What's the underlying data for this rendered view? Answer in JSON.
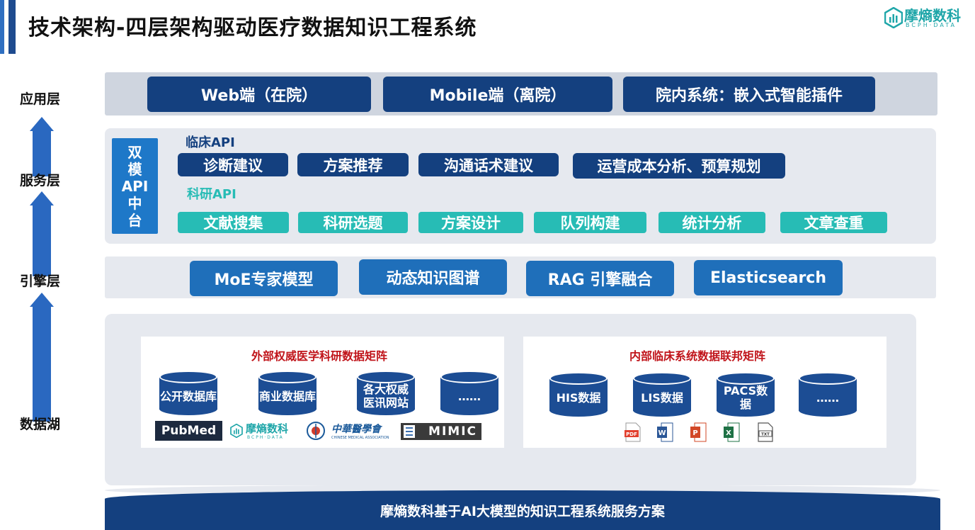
{
  "header": {
    "title": "技术架构-四层架构驱动医疗数据知识工程系统",
    "brand_name": "摩熵数科",
    "brand_sub": "BCPH·DATA"
  },
  "layers": {
    "app": "应用层",
    "service": "服务层",
    "engine": "引擎层",
    "lake": "数据湖"
  },
  "app_layer": {
    "items": [
      "Web端（在院）",
      "Mobile端（离院）",
      "院内系统：嵌入式智能插件"
    ]
  },
  "service_layer": {
    "side_label": [
      "双",
      "模",
      "API",
      "中",
      "台"
    ],
    "clinical_title": "临床API",
    "clinical_items": [
      "诊断建议",
      "方案推荐",
      "沟通话术建议",
      "运营成本分析、预算规划"
    ],
    "research_title": "科研API",
    "research_items": [
      "文献搜集",
      "科研选题",
      "方案设计",
      "队列构建",
      "统计分析",
      "文章查重"
    ]
  },
  "engine_layer": {
    "items": [
      "MoE专家模型",
      "动态知识图谱",
      "RAG 引擎融合",
      "Elasticsearch"
    ]
  },
  "data_lake": {
    "external": {
      "title": "外部权威医学科研数据矩阵",
      "items": [
        "公开数据库",
        "商业数据库",
        "各大权威\n医讯网站",
        "……"
      ],
      "logos": {
        "pubmed": "PubMed",
        "brand": "摩熵数科",
        "brand_sub": "BCPH·DATA",
        "cma": "中華醫學會",
        "cma_sub": "CHINESE MEDICAL ASSOCIATION",
        "mimic": "MIMIC"
      }
    },
    "internal": {
      "title": "内部临床系统数据联邦矩阵",
      "items": [
        "HIS数据",
        "LIS数据",
        "PACS数\n据",
        "……"
      ],
      "file_icons": [
        "PDF",
        "W",
        "P",
        "X",
        "TXT"
      ]
    }
  },
  "footer": {
    "text": "摩熵数科基于AI大模型的知识工程系统服务方案"
  },
  "colors": {
    "navy": "#14407f",
    "blue": "#1f6fba",
    "teal": "#27bcb5",
    "red_title": "#c0141a",
    "arrow": "#2a68c0"
  }
}
